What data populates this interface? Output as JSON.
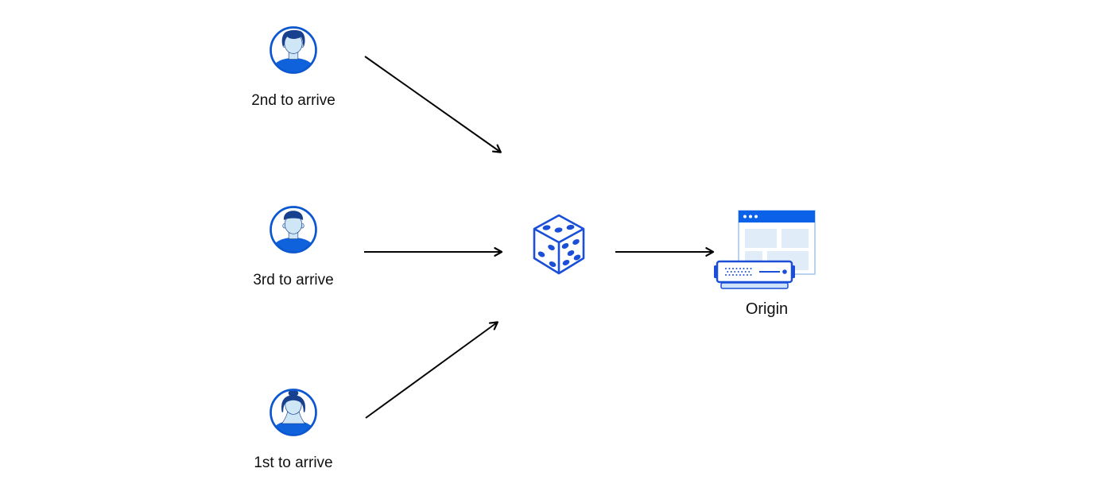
{
  "diagram": {
    "clients": [
      {
        "id": "client-2nd",
        "label": "2nd to arrive",
        "icon": "avatar-man-swept-hair-icon"
      },
      {
        "id": "client-3rd",
        "label": "3rd to arrive",
        "icon": "avatar-man-short-hair-icon"
      },
      {
        "id": "client-1st",
        "label": "1st to arrive",
        "icon": "avatar-woman-bun-icon"
      }
    ],
    "randomizer": {
      "icon": "dice-icon"
    },
    "origin": {
      "label": "Origin",
      "icon": "origin-server-browser-icon"
    },
    "arrows": [
      {
        "from": "client-2nd",
        "to": "randomizer"
      },
      {
        "from": "client-3rd",
        "to": "randomizer"
      },
      {
        "from": "client-1st",
        "to": "randomizer"
      },
      {
        "from": "randomizer",
        "to": "origin"
      }
    ]
  },
  "colors": {
    "accent_blue": "#1b4fd7",
    "avatar_ring_blue": "#0b57d0",
    "hair_navy": "#17418f",
    "skin_light_blue": "#cfe6f6",
    "shirt_blue": "#1062dc",
    "browser_titlebar_blue": "#0b61e7",
    "panel_light_blue": "#e1ecf9",
    "window_border_blue": "#a9c6ee",
    "arrow_black": "#050505",
    "label_text": "#111111",
    "background": "#ffffff"
  }
}
